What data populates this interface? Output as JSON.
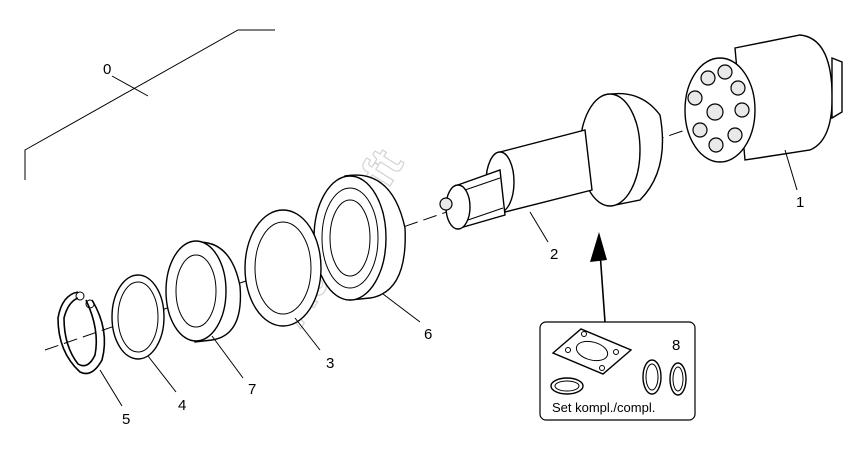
{
  "diagram": {
    "callouts": {
      "c0": "0",
      "c1": "1",
      "c2": "2",
      "c3": "3",
      "c4": "4",
      "c5": "5",
      "c6": "6",
      "c7": "7",
      "c8": "8"
    },
    "set_label": "Set kompl./compl.",
    "watermark": "Autosoft"
  }
}
